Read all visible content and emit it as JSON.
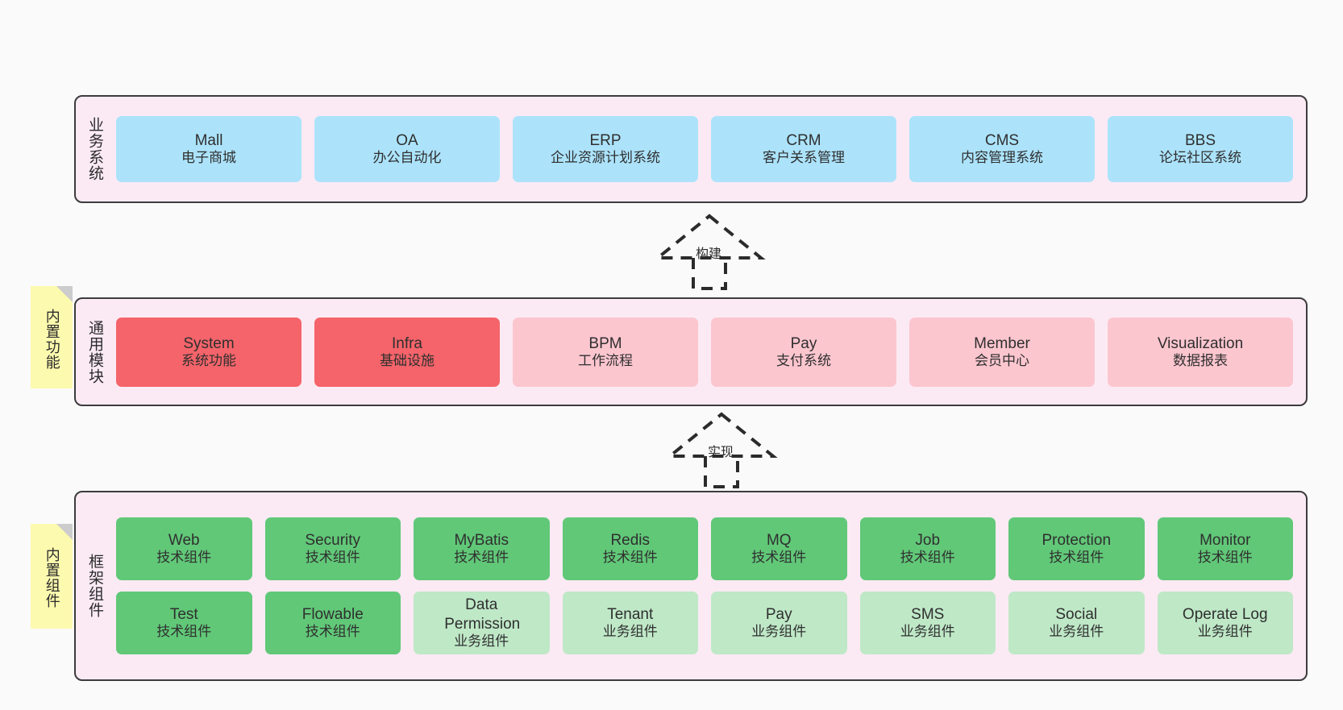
{
  "diagram": {
    "background": "#fafafa",
    "layers": [
      {
        "id": "business-systems",
        "title": "业务系统",
        "note": null,
        "rows": [
          {
            "cards": [
              {
                "name": "Mall",
                "sub": "电子商城",
                "color": "#ace3fb",
                "style": "c-blue"
              },
              {
                "name": "OA",
                "sub": "办公自动化",
                "color": "#ace3fb",
                "style": "c-blue"
              },
              {
                "name": "ERP",
                "sub": "企业资源计划系统",
                "color": "#ace3fb",
                "style": "c-blue"
              },
              {
                "name": "CRM",
                "sub": "客户关系管理",
                "color": "#ace3fb",
                "style": "c-blue"
              },
              {
                "name": "CMS",
                "sub": "内容管理系统",
                "color": "#ace3fb",
                "style": "c-blue"
              },
              {
                "name": "BBS",
                "sub": "论坛社区系统",
                "color": "#ace3fb",
                "style": "c-blue"
              }
            ]
          }
        ]
      },
      {
        "id": "common-modules",
        "title": "通用模块",
        "note": "内置功能",
        "rows": [
          {
            "cards": [
              {
                "name": "System",
                "sub": "系统功能",
                "color": "#f4646a",
                "style": "c-red"
              },
              {
                "name": "Infra",
                "sub": "基础设施",
                "color": "#f4646a",
                "style": "c-red"
              },
              {
                "name": "BPM",
                "sub": "工作流程",
                "color": "#fcc6cf",
                "style": "c-pink"
              },
              {
                "name": "Pay",
                "sub": "支付系统",
                "color": "#fcc6cf",
                "style": "c-pink"
              },
              {
                "name": "Member",
                "sub": "会员中心",
                "color": "#fcc6cf",
                "style": "c-pink"
              },
              {
                "name": "Visualization",
                "sub": "数据报表",
                "color": "#fcc6cf",
                "style": "c-pink"
              }
            ]
          }
        ]
      },
      {
        "id": "framework-components",
        "title": "框架组件",
        "note": "内置组件",
        "rows": [
          {
            "cards": [
              {
                "name": "Web",
                "sub": "技术组件",
                "color": "#61c878",
                "style": "c-green"
              },
              {
                "name": "Security",
                "sub": "技术组件",
                "color": "#61c878",
                "style": "c-green"
              },
              {
                "name": "MyBatis",
                "sub": "技术组件",
                "color": "#61c878",
                "style": "c-green"
              },
              {
                "name": "Redis",
                "sub": "技术组件",
                "color": "#61c878",
                "style": "c-green"
              },
              {
                "name": "MQ",
                "sub": "技术组件",
                "color": "#61c878",
                "style": "c-green"
              },
              {
                "name": "Job",
                "sub": "技术组件",
                "color": "#61c878",
                "style": "c-green"
              },
              {
                "name": "Protection",
                "sub": "技术组件",
                "color": "#61c878",
                "style": "c-green"
              },
              {
                "name": "Monitor",
                "sub": "技术组件",
                "color": "#61c878",
                "style": "c-green"
              }
            ]
          },
          {
            "cards": [
              {
                "name": "Test",
                "sub": "技术组件",
                "color": "#61c878",
                "style": "c-green"
              },
              {
                "name": "Flowable",
                "sub": "技术组件",
                "color": "#61c878",
                "style": "c-green"
              },
              {
                "name": "Data Permission",
                "sub": "业务组件",
                "color": "#bfe8c7",
                "style": "c-greenlight"
              },
              {
                "name": "Tenant",
                "sub": "业务组件",
                "color": "#bfe8c7",
                "style": "c-greenlight"
              },
              {
                "name": "Pay",
                "sub": "业务组件",
                "color": "#bfe8c7",
                "style": "c-greenlight"
              },
              {
                "name": "SMS",
                "sub": "业务组件",
                "color": "#bfe8c7",
                "style": "c-greenlight"
              },
              {
                "name": "Social",
                "sub": "业务组件",
                "color": "#bfe8c7",
                "style": "c-greenlight"
              },
              {
                "name": "Operate Log",
                "sub": "业务组件",
                "color": "#bfe8c7",
                "style": "c-greenlight"
              }
            ]
          }
        ]
      }
    ],
    "connectors": [
      {
        "id": "build",
        "label": "构建",
        "from": "common-modules",
        "to": "business-systems",
        "style": "dashed-generalization"
      },
      {
        "id": "implement",
        "label": "实现",
        "from": "framework-components",
        "to": "common-modules",
        "style": "dashed-generalization"
      }
    ]
  }
}
